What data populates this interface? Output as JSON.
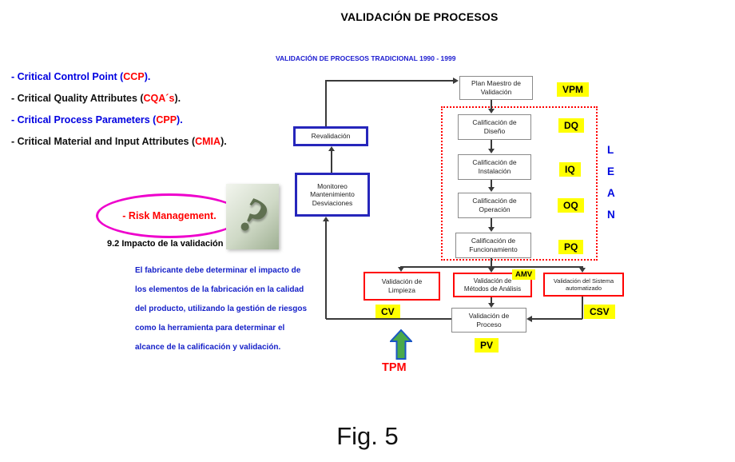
{
  "page": {
    "title": "VALIDACIÓN DE PROCESOS",
    "subtitle": "VALIDACIÓN DE PROCESOS TRADICIONAL  1990 - 1999",
    "figure_caption": "Fig. 5"
  },
  "bullets": [
    {
      "prefix": "- Critical Control Point (",
      "abbr": "CCP",
      "suffix": ")."
    },
    {
      "prefix": "- Critical Quality Attributes (",
      "abbr": "CQA´s",
      "suffix": ")."
    },
    {
      "prefix": "- Critical Process  Parameters (",
      "abbr": "CPP",
      "suffix": ")."
    },
    {
      "prefix": "- Critical Material and Input  Attributes (",
      "abbr": "CMIA",
      "suffix": ")."
    }
  ],
  "risk": {
    "label": "- Risk Management.",
    "question_mark": "?"
  },
  "impact": {
    "heading": "9.2 Impacto de la validación",
    "body": "El fabricante debe determinar el impacto de\nlos elementos de la fabricación en la calidad\ndel producto, utilizando la gestión de riesgos\ncomo la herramienta para determinar el\nalcance de la calificación y validación."
  },
  "flowchart": {
    "plan_maestro": "Plan Maestro de\nValidación",
    "calificacion_diseno": "Calificación de\nDiseño",
    "calificacion_instalacion": "Calificación de\nInstalación",
    "calificacion_operacion": "Calificación de\nOperación",
    "calificacion_funcionamiento": "Calificación de\nFuncionamiento",
    "revalidacion": "Revalidación",
    "monitoreo": "Monitoreo\nMantenimiento\nDesviaciones",
    "validacion_limpieza": "Validación de\nLimpieza",
    "validacion_metodos": "Validación de\nMétodos de Análisis",
    "validacion_sistema": "Validación del Sistema\nautomatizado",
    "validacion_proceso": "Validación de\nProceso",
    "labels": {
      "vpm": "VPM",
      "dq": "DQ",
      "iq": "IQ",
      "oq": "OQ",
      "pq": "PQ",
      "cv": "CV",
      "amv": "AMV",
      "csv": "CSV",
      "pv": "PV"
    },
    "lean": [
      "L",
      "E",
      "A",
      "N"
    ],
    "tpm": "TPM"
  },
  "colors": {
    "accent_blue_text": "#0000e0",
    "accent_red_text": "#ff0000",
    "highlight_yellow": "#ffff00",
    "magenta_ellipse": "#ee00cc",
    "blue_box_border": "#2626bb",
    "red_box_border": "#ff0000",
    "gray_box_border": "#8a8a8a"
  }
}
